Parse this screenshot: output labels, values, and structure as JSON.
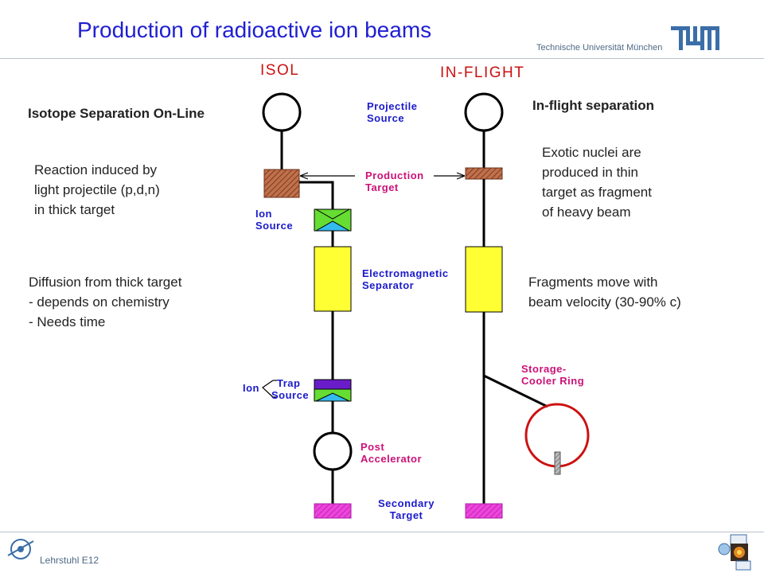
{
  "title": "Production of radioactive ion beams",
  "university": "Technische Universität München",
  "chair": "Lehrstuhl E12",
  "columns": {
    "isol": "ISOL",
    "inflight": "IN-FLIGHT"
  },
  "left": {
    "heading": "Isotope Separation On-Line",
    "reaction": [
      "Reaction induced by",
      "light projectile (p,d,n)",
      "in thick target"
    ],
    "diffusion": [
      "Diffusion from thick target",
      "- depends on chemistry",
      "- Needs time"
    ]
  },
  "right": {
    "heading": "In-flight separation",
    "exotic": [
      "Exotic nuclei are",
      "produced in thin",
      "target as fragment",
      "of heavy beam"
    ],
    "fragments": [
      "Fragments move with",
      "beam velocity (30-90% c)"
    ]
  },
  "labels": {
    "projectile_source": [
      "Projectile",
      "Source"
    ],
    "production_target": [
      "Production",
      "Target"
    ],
    "ion_source": [
      "Ion",
      "Source"
    ],
    "em_separator": [
      "Electromagnetic",
      "Separator"
    ],
    "trap": "Trap",
    "ion": "Ion",
    "source": "Source",
    "post_accelerator": [
      "Post",
      "Accelerator"
    ],
    "secondary_target": [
      "Secondary",
      "Target"
    ],
    "storage_ring": [
      "Storage-",
      "Cooler Ring"
    ]
  },
  "colors": {
    "title": "#1f1fd2",
    "label_blue": "#1a1acc",
    "label_red": "#cc1111",
    "label_crimson": "#cc1177",
    "separator": "#ffff33",
    "target_brown": "#b0603a",
    "ion_source_green": "#66dd33",
    "ion_source_cyan": "#33bbee",
    "trap_purple": "#6a1cc8",
    "secondary_target": "#ee44dd",
    "ring": "#cc1111"
  }
}
